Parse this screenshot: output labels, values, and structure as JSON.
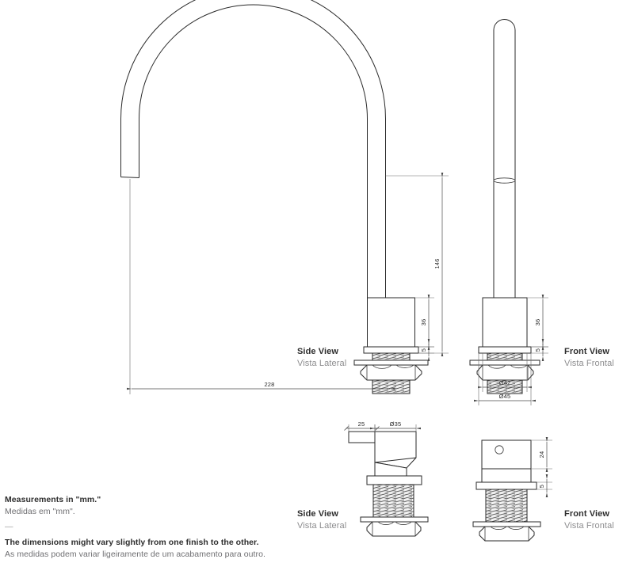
{
  "document": {
    "type": "technical-drawing",
    "subject": "Gooseneck kitchen faucet dimensional drawing",
    "units": "mm",
    "background_color": "#ffffff",
    "line_color": "#2a2a2a",
    "dimension_text_color": "#2a2a2a",
    "caption_bold_color": "#2e2e2e",
    "caption_muted_color": "#8d8d8f"
  },
  "views": {
    "top_side": {
      "label_en": "Side View",
      "label_pt": "Vista Lateral"
    },
    "top_front": {
      "label_en": "Front View",
      "label_pt": "Vista Frontal"
    },
    "bottom_side": {
      "label_en": "Side View",
      "label_pt": "Vista Lateral"
    },
    "bottom_front": {
      "label_en": "Front View",
      "label_pt": "Vista Frontal"
    }
  },
  "dimensions": {
    "spout_height": "146",
    "body_height": "36",
    "flange_thickness": "5",
    "reach": "228",
    "escutcheon_outer_diameter": "Ø45",
    "body_diameter": "Ø42",
    "handle_lever_length": "25",
    "handle_diameter": "Ø35",
    "handle_height": "24",
    "handle_flange_thickness": "5"
  },
  "footer": {
    "measurements_en": "Measurements in \"mm.\"",
    "measurements_pt": "Medidas em \"mm\".",
    "separator": "—",
    "variance_en": "The dimensions might vary slightly from one finish to the other.",
    "variance_pt": "As medidas podem variar ligeiramente de um acabamento para outro."
  }
}
